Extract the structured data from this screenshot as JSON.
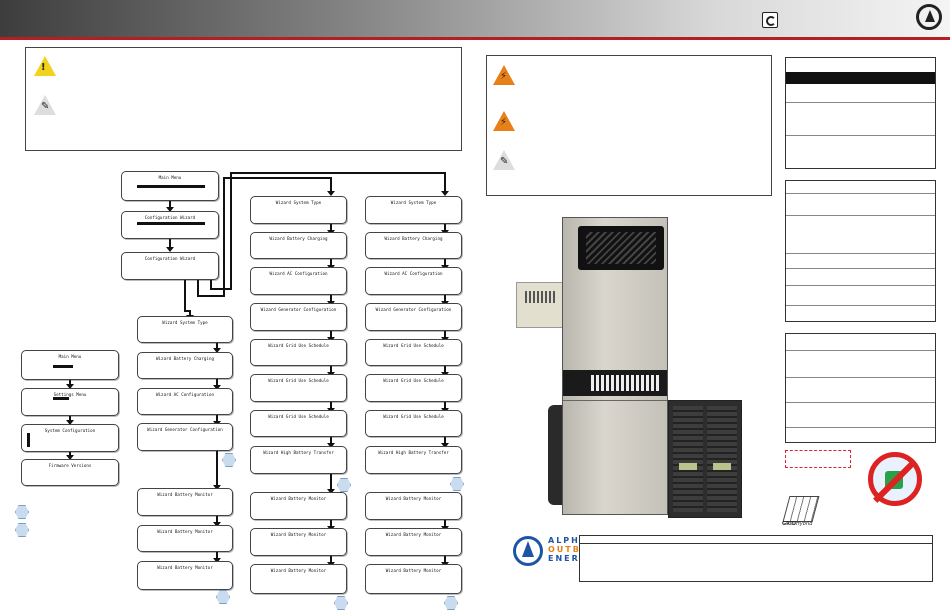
{
  "screens": {
    "main_menu": "Main Menu",
    "configuration_wizard": "Configuration Wizard",
    "settings_menu": "Settings Menu",
    "system_configuration": "System Configuration",
    "firmware_versions": "Firmware Versions",
    "wizard_system_type": "Wizard System Type",
    "wizard_battery_charging": "Wizard Battery Charging",
    "wizard_ac_configuration": "Wizard AC Configuration",
    "wizard_generator_configuration": "Wizard Generator Configuration",
    "wizard_grid_use_schedule": "Wizard Grid Use Schedule",
    "wizard_high_battery_transfer": "Wizard High Battery Transfer",
    "wizard_battery_monitor": "Wizard Battery Monitor"
  },
  "brand": {
    "line1": "ALPHA",
    "line2": "OUTBACK",
    "line3": "ENERGY",
    "blue": "#1c55a6",
    "orange": "#e8801a"
  },
  "colors": {
    "accent_red": "#b51f24",
    "caution_yellow": "#f2d21f",
    "hex_marker": "#c9dcef"
  },
  "icons": [
    "cycle-icon",
    "company-logo-icon",
    "caution-icon",
    "electric-shock-icon",
    "note-icon",
    "no-disposal-icon",
    "grid-hybrid-logo"
  ]
}
